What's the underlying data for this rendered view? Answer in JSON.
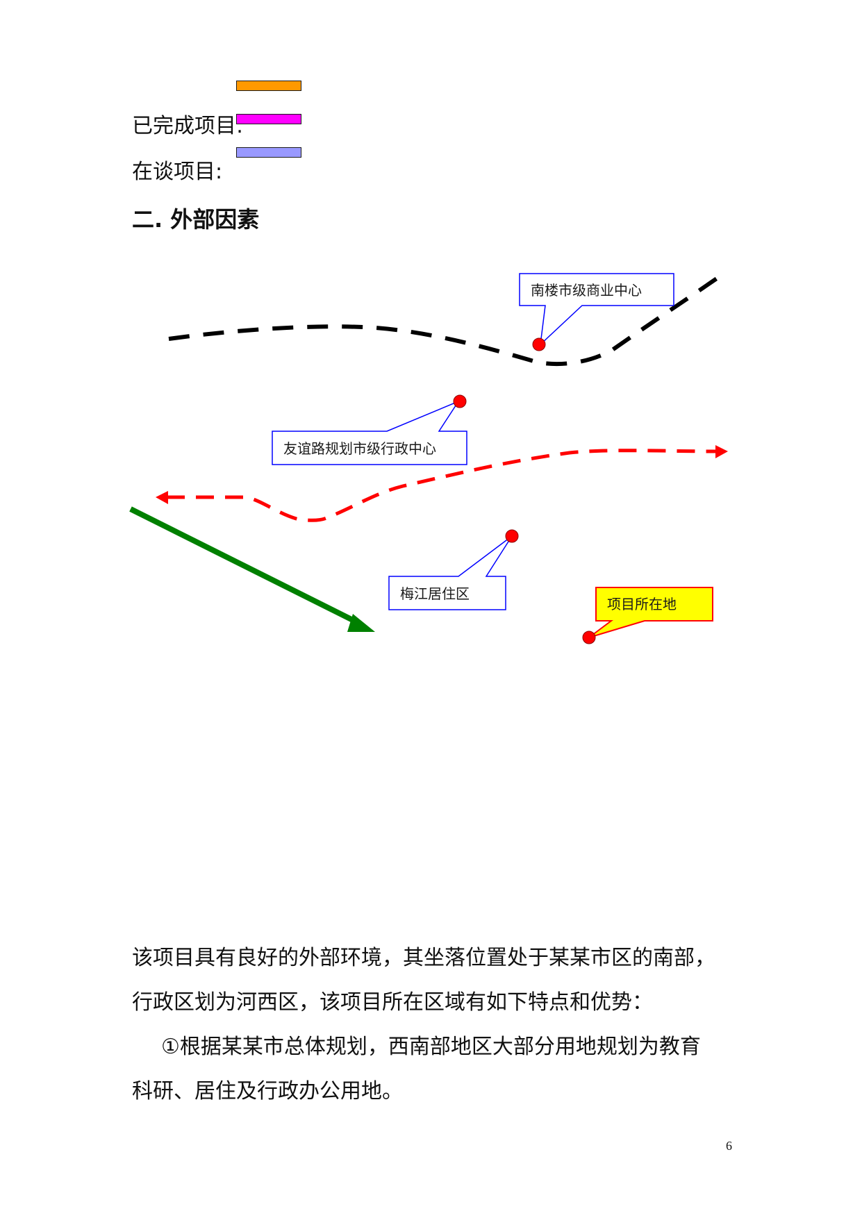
{
  "legend": {
    "items": [
      {
        "label": "",
        "color": "#ff9900"
      },
      {
        "label": "已完成项目:",
        "color": "#ff00ff"
      },
      {
        "label": "在谈项目:",
        "color": "#9999ff"
      }
    ]
  },
  "section": {
    "heading": "二. 外部因素"
  },
  "map": {
    "callouts": {
      "nanlou": "南楼市级商业中心",
      "youyi": "友谊路规划市级行政中心",
      "meijiang": "梅江居住区",
      "project": "项目所在地"
    },
    "colors": {
      "commercial_route": "#000000",
      "admin_route": "#ff0000",
      "growth_arrow": "#008000",
      "marker": "#ff0000",
      "callout_border": "#0000ff",
      "project_fill": "#ffff00"
    }
  },
  "body": {
    "line1": "该项目具有良好的外部环境，其坐落位置处于某某市区的南部，",
    "line2": "行政区划为河西区，该项目所在区域有如下特点和优势：",
    "line3": "①根据某某市总体规划，西南部地区大部分用地规划为教育",
    "line4": "科研、居住及行政办公用地。"
  },
  "page_number": "6"
}
